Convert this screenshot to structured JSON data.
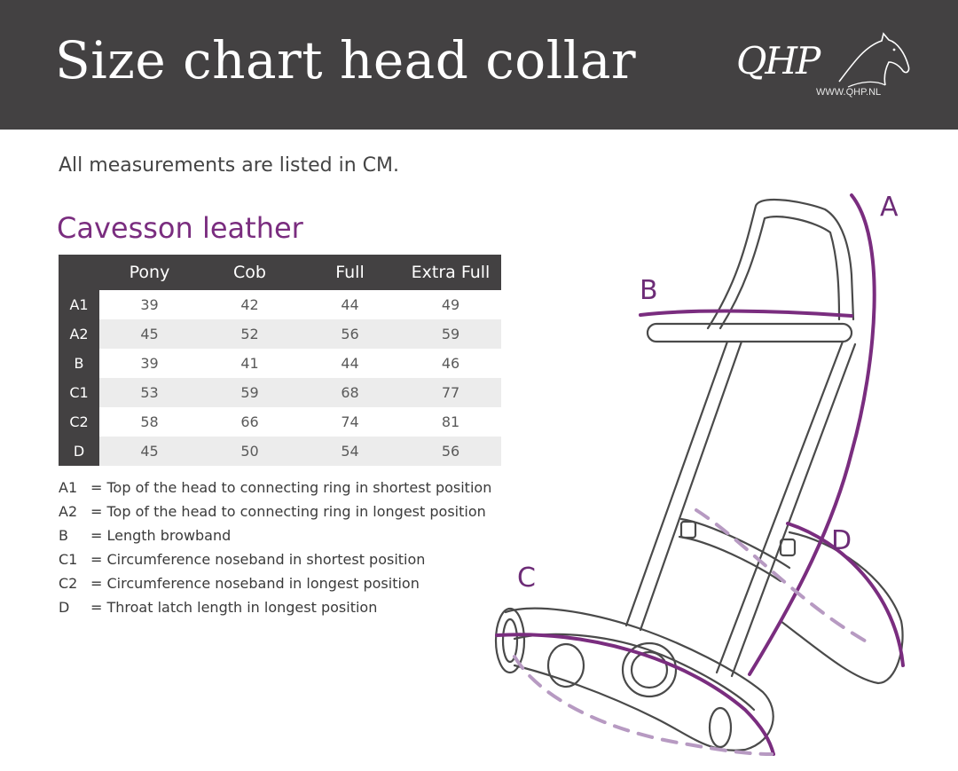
{
  "header": {
    "title": "Size chart head collar",
    "logo_text": "QHP",
    "logo_url": "WWW.QHP.NL",
    "logo_icon": "horse-head-icon"
  },
  "intro": "All measurements are listed in CM.",
  "section_title": "Cavesson leather",
  "table": {
    "corner": "",
    "columns": [
      "Pony",
      "Cob",
      "Full",
      "Extra Full"
    ],
    "rows": [
      {
        "label": "A1",
        "values": [
          "39",
          "42",
          "44",
          "49"
        ]
      },
      {
        "label": "A2",
        "values": [
          "45",
          "52",
          "56",
          "59"
        ]
      },
      {
        "label": "B",
        "values": [
          "39",
          "41",
          "44",
          "46"
        ]
      },
      {
        "label": "C1",
        "values": [
          "53",
          "59",
          "68",
          "77"
        ]
      },
      {
        "label": "C2",
        "values": [
          "58",
          "66",
          "74",
          "81"
        ]
      },
      {
        "label": "D",
        "values": [
          "45",
          "50",
          "54",
          "56"
        ]
      }
    ]
  },
  "legend": [
    {
      "key": "A1",
      "text": "= Top of the head to connecting ring in shortest position"
    },
    {
      "key": "A2",
      "text": "= Top of the head to connecting ring in longest position"
    },
    {
      "key": "B",
      "text": "= Length browband"
    },
    {
      "key": "C1",
      "text": "= Circumference noseband in shortest position"
    },
    {
      "key": "C2",
      "text": "= Circumference noseband in longest position"
    },
    {
      "key": "D",
      "text": "= Throat latch length in longest position"
    }
  ],
  "diagram": {
    "labels": {
      "a": "A",
      "b": "B",
      "c": "C",
      "d": "D"
    },
    "colors": {
      "measure": "#7a2d7f",
      "measure_light": "#b79ac2",
      "outline": "#4a4a4a",
      "header": "#434142"
    }
  }
}
